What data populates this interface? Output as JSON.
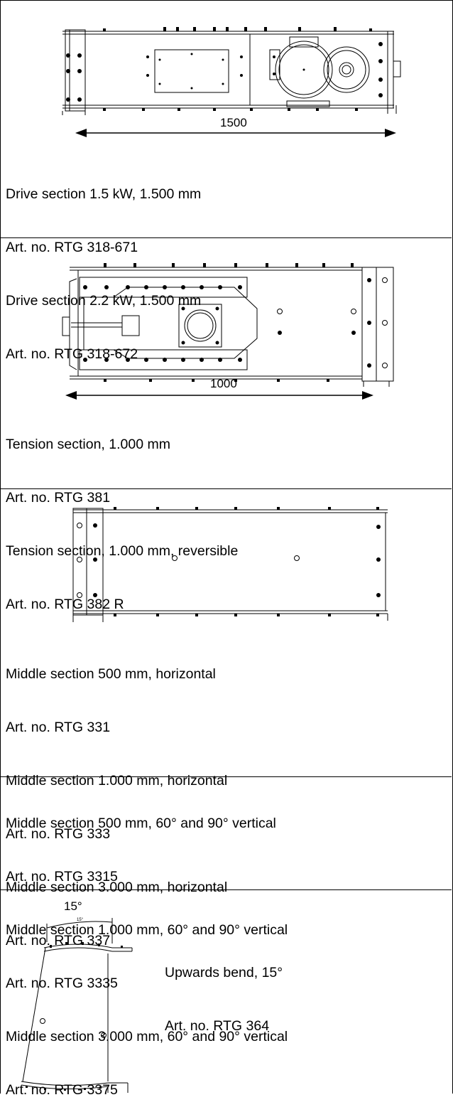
{
  "sections": [
    {
      "id": "drive",
      "dimension_label": "1500",
      "lines": [
        "Drive section 1.5 kW, 1.500 mm",
        "Art. no. RTG 318-671",
        "Drive section 2.2 kW, 1.500 mm",
        "Art. no. RTG 318-672"
      ]
    },
    {
      "id": "tension",
      "dimension_label": "1000",
      "lines": [
        "Tension section, 1.000 mm",
        "Art. no. RTG 381",
        "Tension section, 1.000 mm, reversible",
        "Art. no. RTG 382 R"
      ]
    },
    {
      "id": "middle-horizontal",
      "lines": [
        "Middle section 500 mm, horizontal",
        "Art. no. RTG 331",
        "Middle section 1.000 mm, horizontal",
        "Art. no. RTG 333",
        "Middle section 3.000 mm, horizontal",
        "Art. no. RTG 337"
      ]
    },
    {
      "id": "middle-vertical",
      "lines": [
        "Middle section 500 mm, 60° and 90° vertical",
        "Art. no. RTG 3315",
        "Middle section 1.000 mm, 60° and 90° vertical",
        "Art. no. RTG 3335",
        "Middle section 3.000 mm, 60° and 90° vertical",
        "Art. no. RTG 3375"
      ]
    },
    {
      "id": "upwards-bend",
      "angle_label": "15°",
      "small_angle_label": "15°",
      "lines": [
        "Upwards bend, 15°",
        "Art. no. RTG 364"
      ]
    }
  ]
}
